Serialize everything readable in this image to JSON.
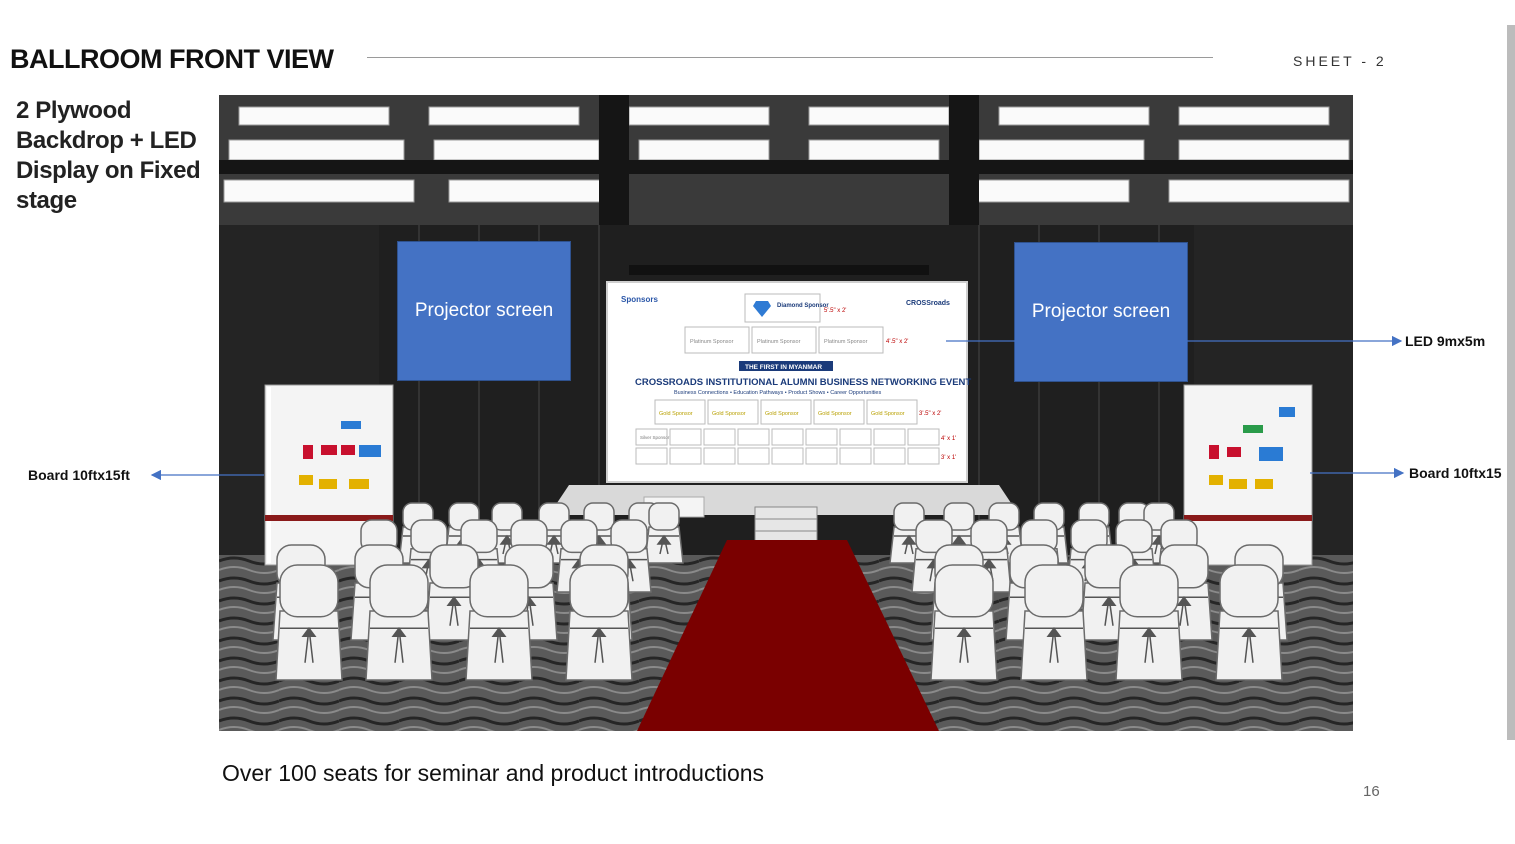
{
  "header": {
    "title": "BALLROOM FRONT VIEW",
    "sheet": "SHEET - 2"
  },
  "subtitle": "2 Plywood Backdrop + LED Display on Fixed stage",
  "callouts": {
    "led": "LED 9mx5m",
    "board_left": "Board 10ftx15ft",
    "board_right": "Board 10ftx15"
  },
  "projector_left": "Projector screen",
  "projector_right": "Projector screen",
  "led_screen": {
    "sponsors": "Sponsors",
    "diamond": "Diamond Sponsor",
    "diamond_size": "5'.5\" x 2'",
    "logo": "CROSSroads",
    "platinum": [
      "Platinum Sponsor",
      "Platinum Sponsor",
      "Platinum Sponsor"
    ],
    "platinum_size": "4'.5\" x 2'",
    "badge": "THE FIRST IN MYANMAR",
    "event": "CROSSROADS INSTITUTIONAL ALUMNI BUSINESS NETWORKING EVENT",
    "tagline": "Business Connections • Education Pathways • Product Shows • Career Opportunities",
    "gold": [
      "Gold Sponsor",
      "Gold Sponsor",
      "Gold Sponsor",
      "Gold Sponsor",
      "Gold Sponsor"
    ],
    "gold_size": "3'.5\" x 2'",
    "silver_label": "Silver Sponsor",
    "silver_size": "4' x 1'",
    "bronze_size": "3' x 1'"
  },
  "caption": "Over 100 seats for seminar and product introductions",
  "page_number": "16",
  "colors": {
    "projector": "#4472c4",
    "carpet": "#7a0000",
    "arrow": "#4472c4"
  }
}
